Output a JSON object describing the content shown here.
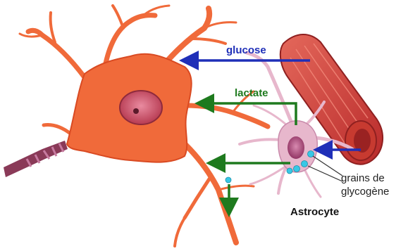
{
  "labels": {
    "glucose": "glucose",
    "lactate": "lactate",
    "grains_line1": "grains de",
    "grains_line2": "glycogène",
    "astrocyte": "Astrocyte"
  },
  "colors": {
    "neuron": "#f06a3a",
    "neuron_dark": "#d94a22",
    "nucleus": "#c8485a",
    "vessel": "#d8453a",
    "astrocyte": "#e7b7cc",
    "glucose_arrow": "#1f2fb8",
    "lactate_arrow": "#1e7a1e",
    "glycogen": "#38c8e6"
  }
}
